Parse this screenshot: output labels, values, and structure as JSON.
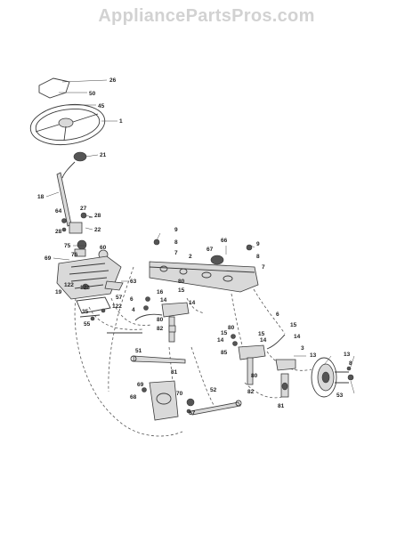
{
  "watermark": "AppliancePartsPros.com",
  "callouts": [
    {
      "id": "c26",
      "text": "26"
    },
    {
      "id": "c50",
      "text": "50"
    },
    {
      "id": "c45",
      "text": "45"
    },
    {
      "id": "c1",
      "text": "1"
    },
    {
      "id": "c21",
      "text": "21"
    },
    {
      "id": "c18",
      "text": "18"
    },
    {
      "id": "c64",
      "text": "64"
    },
    {
      "id": "c27",
      "text": "27"
    },
    {
      "id": "c28a",
      "text": "28"
    },
    {
      "id": "c28b",
      "text": "28"
    },
    {
      "id": "c22",
      "text": "22"
    },
    {
      "id": "c75",
      "text": "75"
    },
    {
      "id": "c76",
      "text": "76"
    },
    {
      "id": "c60",
      "text": "60"
    },
    {
      "id": "c69",
      "text": "69"
    },
    {
      "id": "c19",
      "text": "19"
    },
    {
      "id": "c122a",
      "text": "122"
    },
    {
      "id": "c122b",
      "text": "122"
    },
    {
      "id": "c123",
      "text": "123"
    },
    {
      "id": "c63",
      "text": "63"
    },
    {
      "id": "c35",
      "text": "35"
    },
    {
      "id": "c55",
      "text": "55"
    },
    {
      "id": "c57",
      "text": "57"
    },
    {
      "id": "c9a",
      "text": "9"
    },
    {
      "id": "c8a",
      "text": "8"
    },
    {
      "id": "c7a",
      "text": "7"
    },
    {
      "id": "c66",
      "text": "66"
    },
    {
      "id": "c67a",
      "text": "67"
    },
    {
      "id": "c9b",
      "text": "9"
    },
    {
      "id": "c8b",
      "text": "8"
    },
    {
      "id": "c7b",
      "text": "7"
    },
    {
      "id": "c2",
      "text": "2"
    },
    {
      "id": "c80a",
      "text": "80"
    },
    {
      "id": "c6a",
      "text": "6"
    },
    {
      "id": "c16",
      "text": "16"
    },
    {
      "id": "c14a",
      "text": "14"
    },
    {
      "id": "c15a",
      "text": "15"
    },
    {
      "id": "c14b",
      "text": "14"
    },
    {
      "id": "c4",
      "text": "4"
    },
    {
      "id": "c80b",
      "text": "80"
    },
    {
      "id": "c82",
      "text": "82"
    },
    {
      "id": "c6b",
      "text": "6"
    },
    {
      "id": "c15b",
      "text": "15"
    },
    {
      "id": "c80c",
      "text": "80"
    },
    {
      "id": "c15c",
      "text": "15"
    },
    {
      "id": "c15d",
      "text": "15"
    },
    {
      "id": "c14c",
      "text": "14"
    },
    {
      "id": "c14d",
      "text": "14"
    },
    {
      "id": "c14e",
      "text": "14"
    },
    {
      "id": "c3",
      "text": "3"
    },
    {
      "id": "c85",
      "text": "85"
    },
    {
      "id": "c80d",
      "text": "80"
    },
    {
      "id": "c13a",
      "text": "13"
    },
    {
      "id": "c13b",
      "text": "13"
    },
    {
      "id": "c8c",
      "text": "8"
    },
    {
      "id": "c51",
      "text": "51"
    },
    {
      "id": "c81a",
      "text": "81"
    },
    {
      "id": "c69b",
      "text": "69"
    },
    {
      "id": "c70",
      "text": "70"
    },
    {
      "id": "c68",
      "text": "68"
    },
    {
      "id": "c67b",
      "text": "67"
    },
    {
      "id": "c52",
      "text": "52"
    },
    {
      "id": "c82b",
      "text": "82"
    },
    {
      "id": "c81b",
      "text": "81"
    },
    {
      "id": "c53",
      "text": "53"
    }
  ]
}
